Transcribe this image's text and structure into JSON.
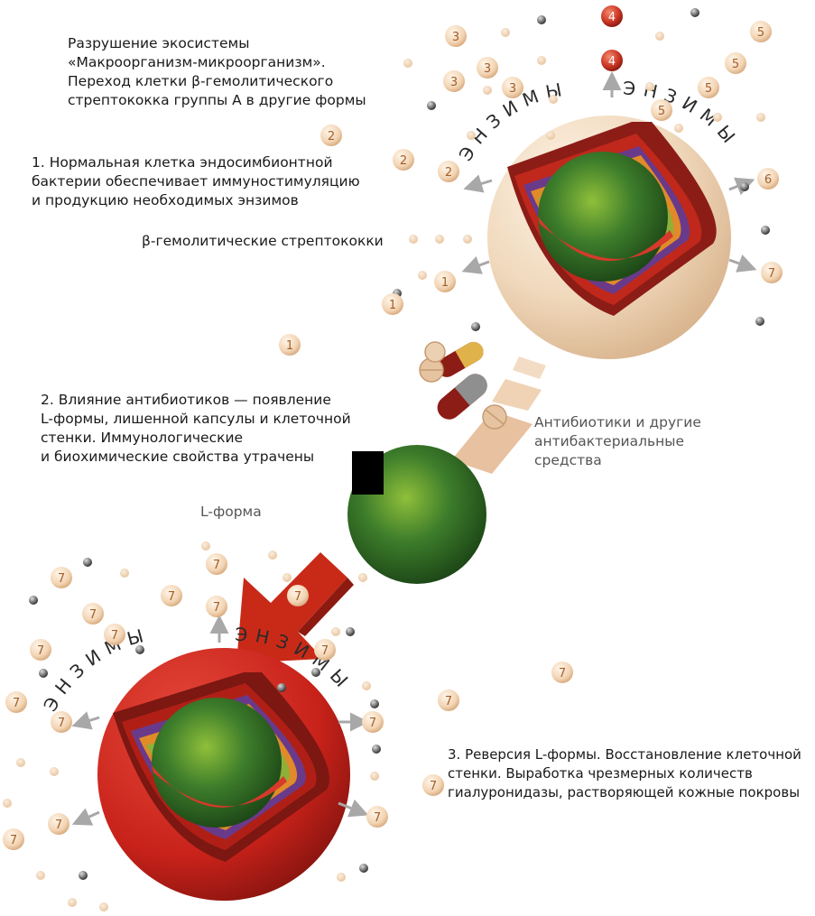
{
  "heading": {
    "lines": [
      "Разрушение экосистемы",
      "«Макроорганизм-микроорганизм».",
      "Переход клетки β-гемолитического",
      "стрептококка группы А в другие формы"
    ]
  },
  "stage1": {
    "lines": [
      "1. Нормальная клетка эндосимбионтной",
      "бактерии обеспечивает иммуностимуляцию",
      "и продукцию необходимых энзимов"
    ],
    "caption": "β-гемолитические стрептококки"
  },
  "stage2": {
    "lines": [
      "2. Влияние антибиотиков — появление",
      "L-формы, лишенной капсулы и клеточной",
      "стенки. Иммунологические",
      "и биохимические свойства утрачены"
    ],
    "caption": "L-форма"
  },
  "antibiotics": {
    "lines": [
      "Антибиотики и другие",
      "антибактериальные",
      "средства"
    ]
  },
  "stage3": {
    "lines": [
      "3. Реверсия L-формы. Восстановление клеточной",
      "стенки. Выработка чрезмерных количеств",
      "гиалуронидазы, растворяющей кожные покровы"
    ]
  },
  "enzymes_word": "ЭНЗИМЫ",
  "numbers_top": [
    "1",
    "1",
    "1",
    "2",
    "2",
    "2",
    "3",
    "3",
    "3",
    "3",
    "4",
    "4",
    "5",
    "5",
    "5",
    "5",
    "6",
    "7"
  ],
  "numbers_bottom": [
    "7",
    "7",
    "7",
    "7",
    "7",
    "7",
    "7",
    "7",
    "7",
    "7",
    "7",
    "7",
    "7",
    "7",
    "7",
    "7",
    "7",
    "7"
  ],
  "colors": {
    "capsule": "#f0d8bb",
    "red_cell": "#c8221a",
    "core_green": "#3a7a2a",
    "arrow_red": "#c92a18",
    "ball_cream": "#f2d3b2",
    "ball_text": "#a25f2a",
    "enzyme_ball_red": "#cf3a28"
  }
}
